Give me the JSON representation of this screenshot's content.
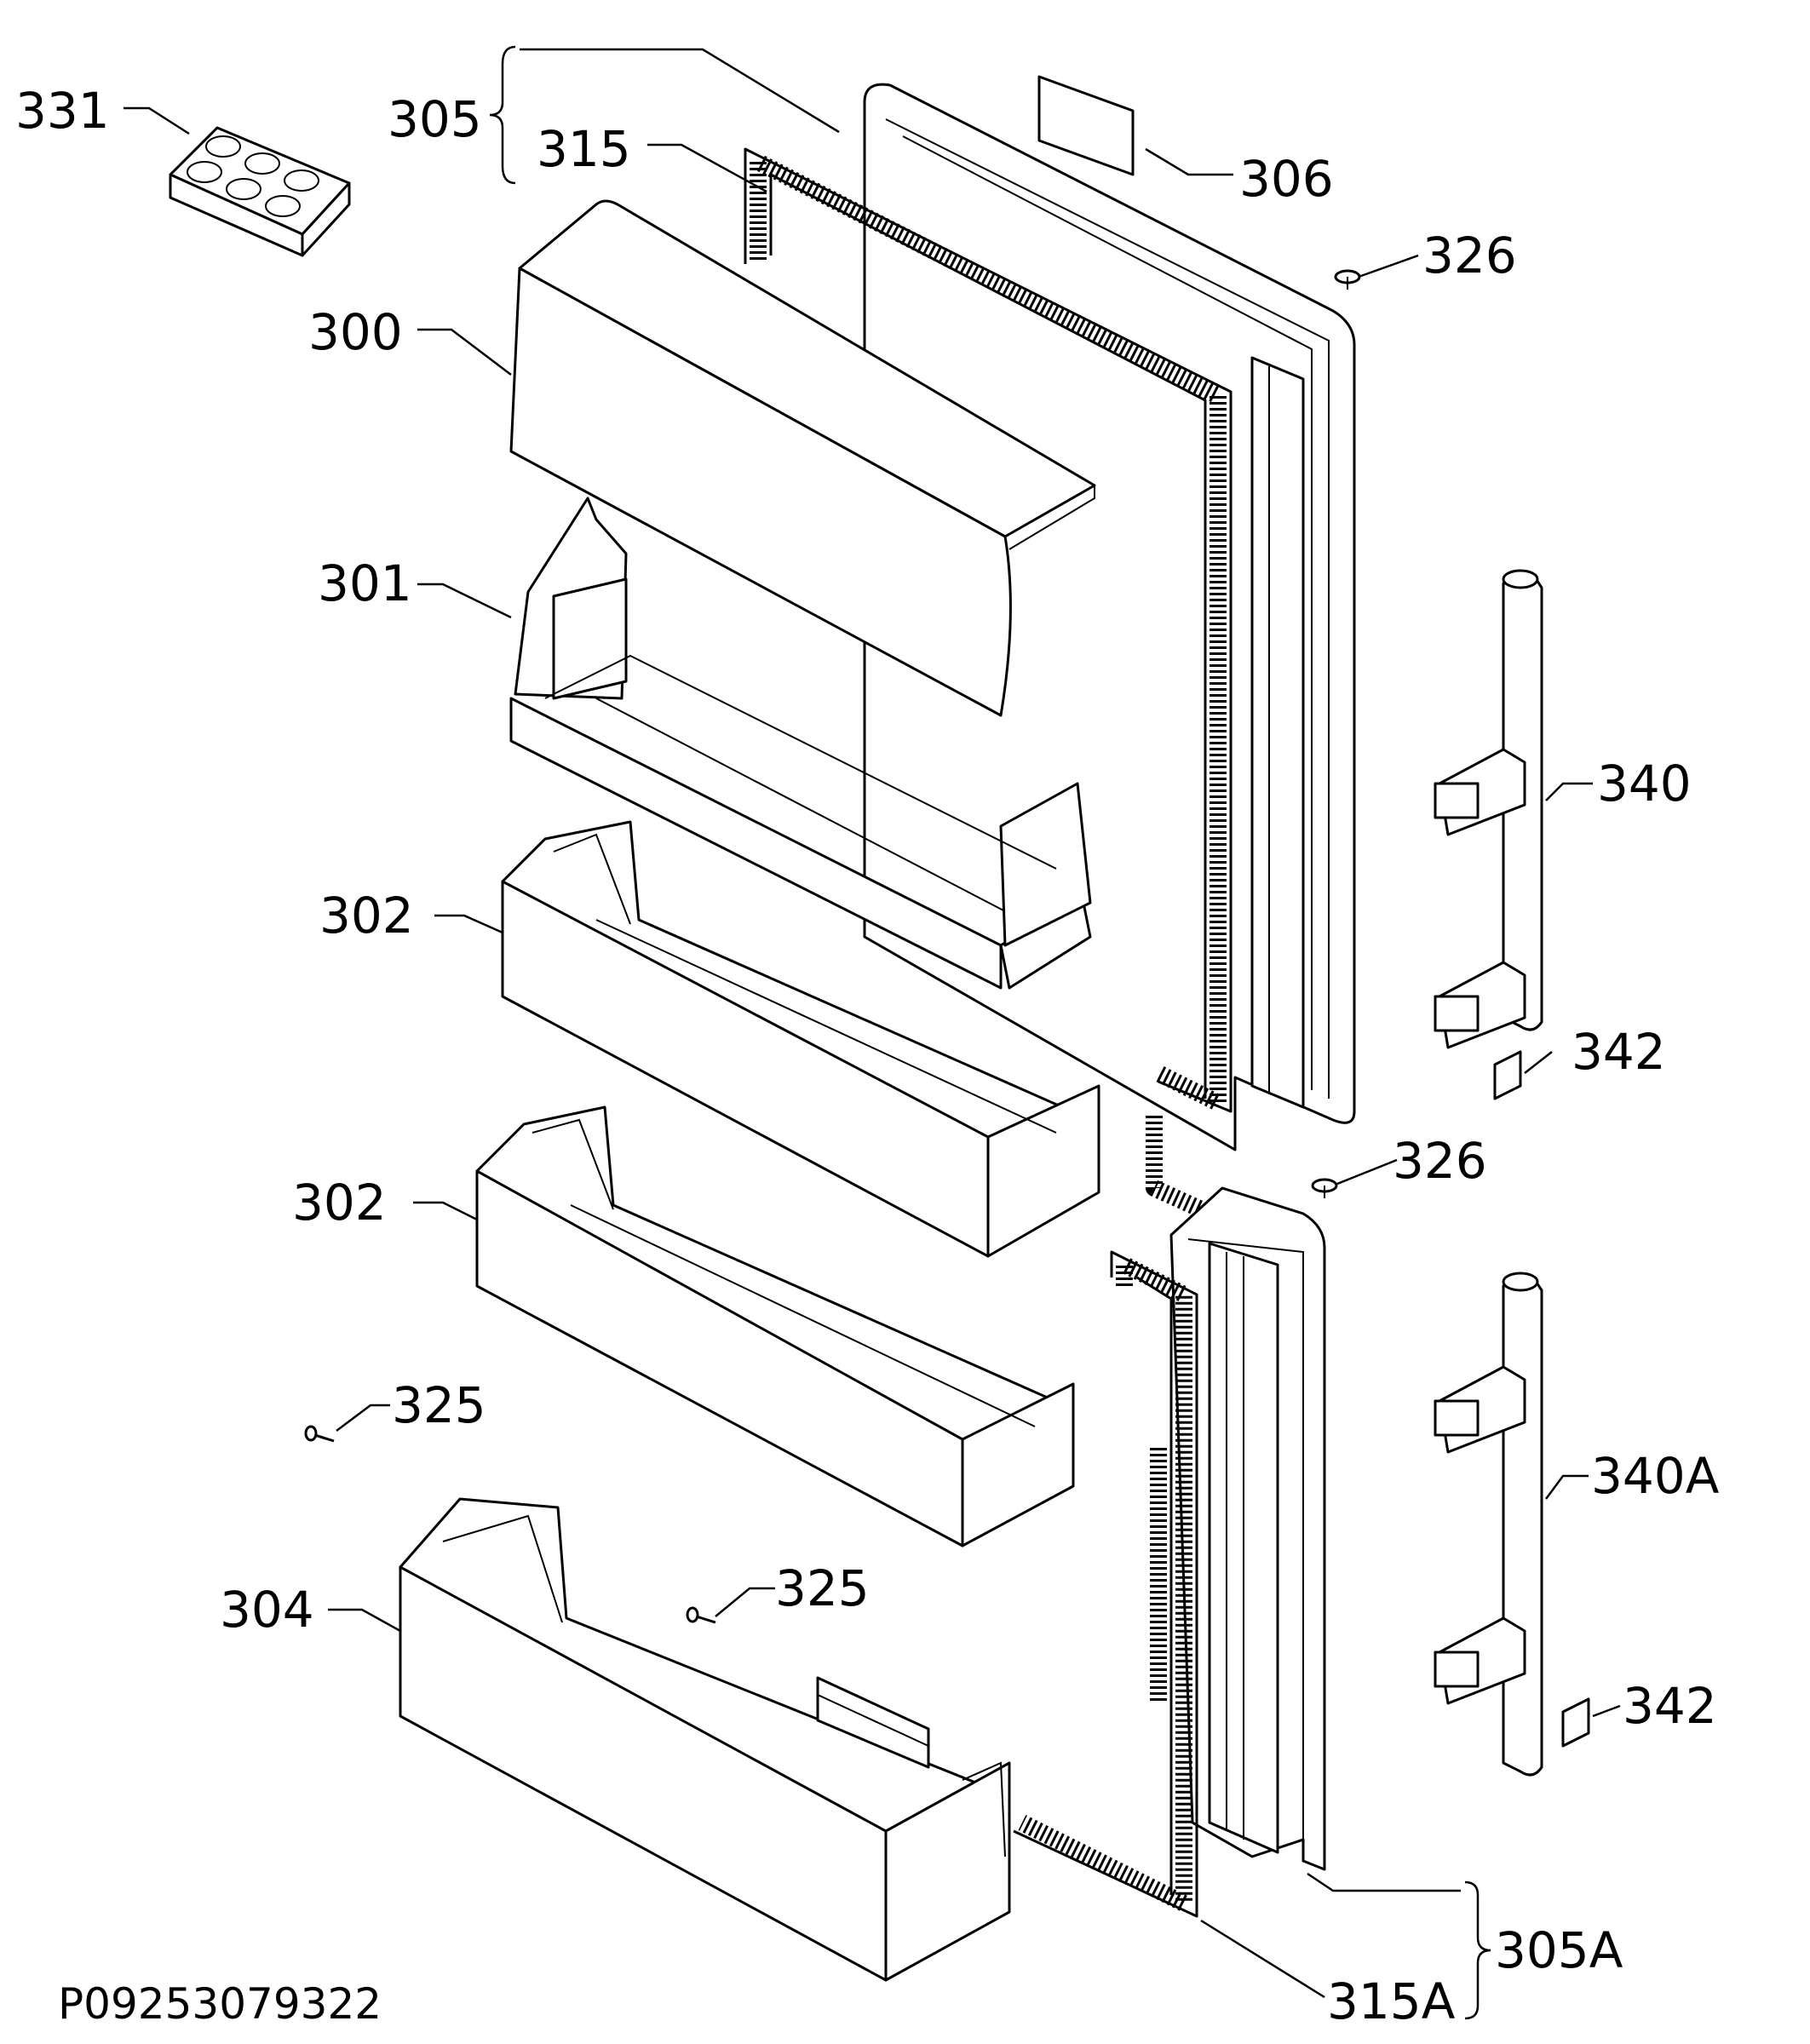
{
  "diagram": {
    "document_code": "P09253079322",
    "callouts": {
      "c331": "331",
      "c305": "305",
      "c315": "315",
      "c306": "306",
      "c326_top": "326",
      "c300": "300",
      "c301": "301",
      "c340": "340",
      "c302_upper": "302",
      "c342_upper": "342",
      "c326_mid": "326",
      "c302_lower": "302",
      "c325_left": "325",
      "c340a": "340A",
      "c304": "304",
      "c325_mid": "325",
      "c342_lower": "342",
      "c305a": "305A",
      "c315a": "315A"
    }
  }
}
